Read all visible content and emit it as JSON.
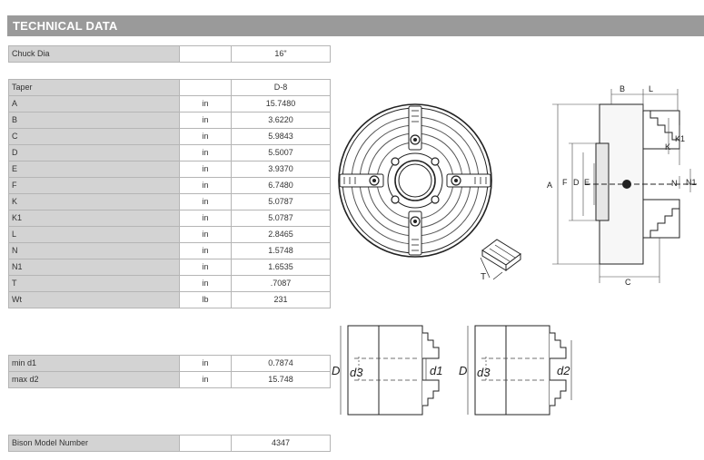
{
  "header": {
    "title": "TECHNICAL DATA"
  },
  "chuck_dia": {
    "label": "Chuck Dia",
    "unit": "",
    "value": "16\""
  },
  "dimensions": [
    {
      "label": "Taper",
      "unit": "",
      "value": "D-8"
    },
    {
      "label": "A",
      "unit": "in",
      "value": "15.7480"
    },
    {
      "label": "B",
      "unit": "in",
      "value": "3.6220"
    },
    {
      "label": "C",
      "unit": "in",
      "value": "5.9843"
    },
    {
      "label": "D",
      "unit": "in",
      "value": "5.5007"
    },
    {
      "label": "E",
      "unit": "in",
      "value": "3.9370"
    },
    {
      "label": "F",
      "unit": "in",
      "value": "6.7480"
    },
    {
      "label": "K",
      "unit": "in",
      "value": "5.0787"
    },
    {
      "label": "K1",
      "unit": "in",
      "value": "5.0787"
    },
    {
      "label": "L",
      "unit": "in",
      "value": "2.8465"
    },
    {
      "label": "N",
      "unit": "in",
      "value": "1.5748"
    },
    {
      "label": "N1",
      "unit": "in",
      "value": "1.6535"
    },
    {
      "label": "T",
      "unit": "in",
      "value": ".7087"
    },
    {
      "label": "Wt",
      "unit": "lb",
      "value": "231"
    }
  ],
  "capacity": [
    {
      "label": "min d1",
      "unit": "in",
      "value": "0.7874"
    },
    {
      "label": "max d2",
      "unit": "in",
      "value": "15.748"
    }
  ],
  "model": {
    "label": "Bison Model Number",
    "unit": "",
    "value": "4347"
  },
  "drawing_labels": {
    "side": {
      "A": "A",
      "B": "B",
      "L": "L",
      "K": "K",
      "K1": "K1",
      "F": "F",
      "D": "D",
      "E": "E",
      "N": "N",
      "N1": "N1",
      "C": "C"
    },
    "jaw_t": "T",
    "jaw1": {
      "D": "D",
      "d3": "d3",
      "d1": "d1"
    },
    "jaw2": {
      "D": "D",
      "d3": "d3",
      "d2": "d2"
    }
  }
}
